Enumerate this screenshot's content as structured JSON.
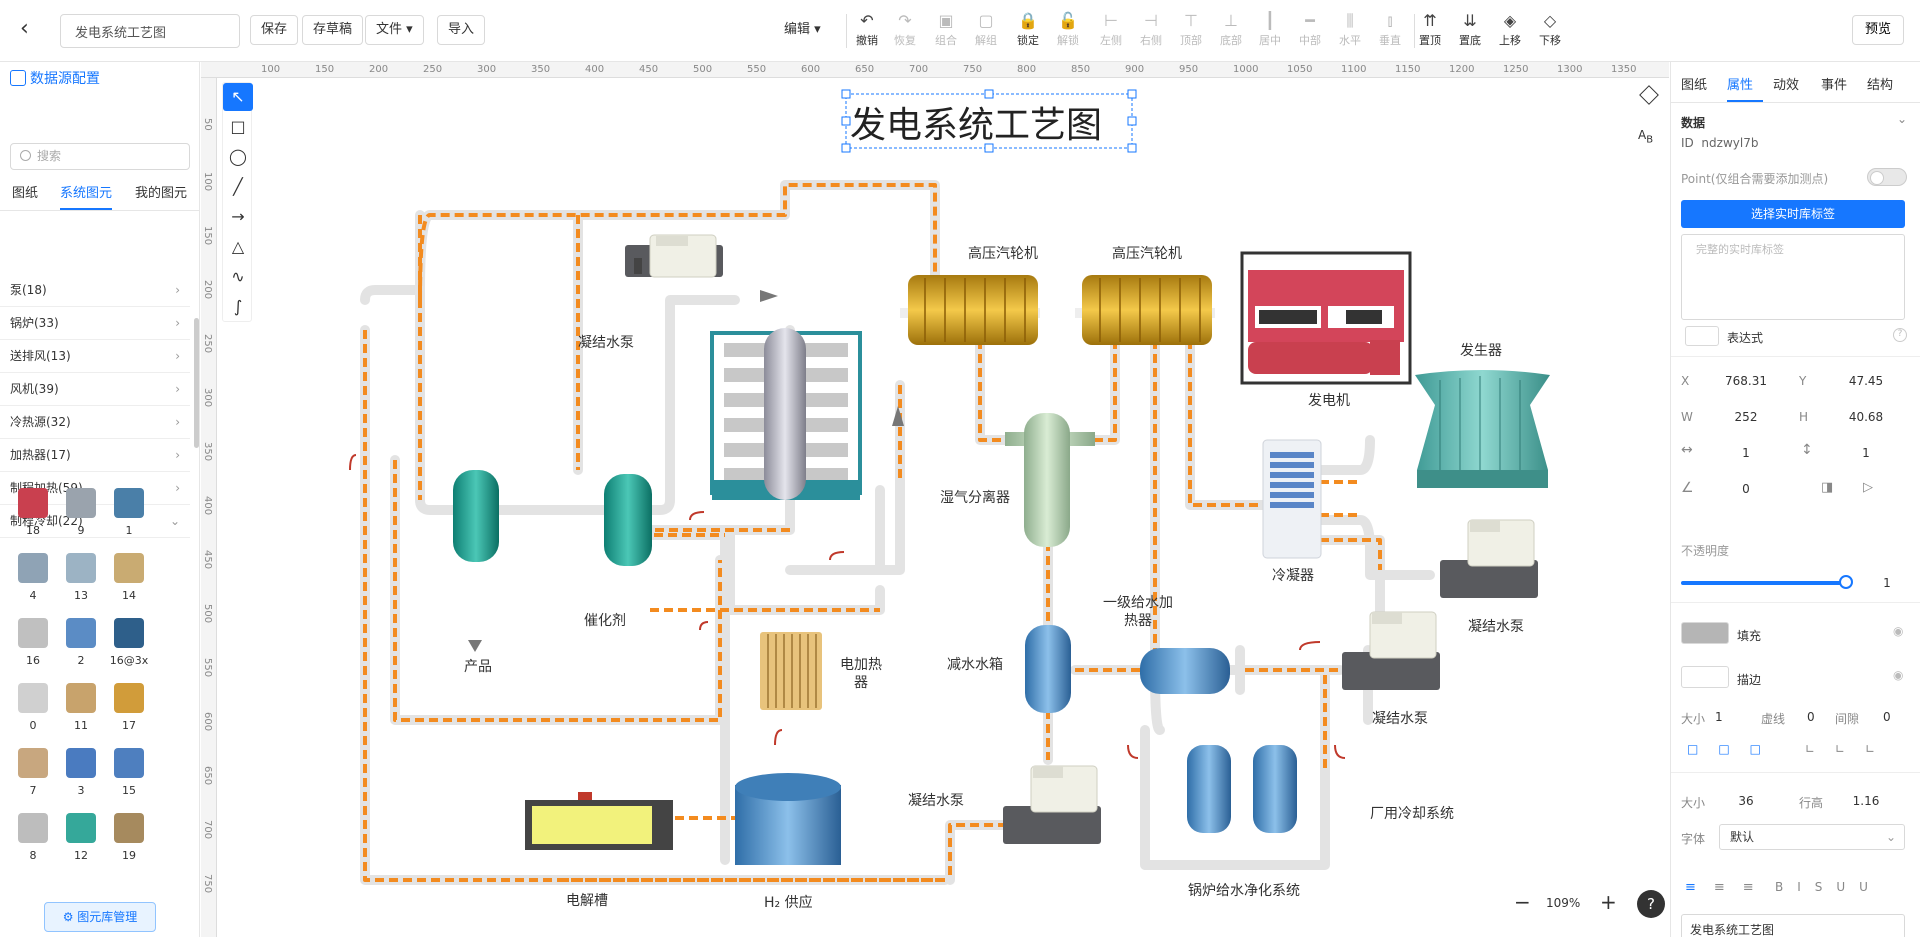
{
  "topbar": {
    "title_value": "发电系统工艺图",
    "save": "保存",
    "draft": "存草稿",
    "file": "文件",
    "import": "导入",
    "edit": "编辑",
    "tools": [
      {
        "label": "撤销",
        "enabled": true
      },
      {
        "label": "恢复",
        "enabled": false
      },
      {
        "label": "组合",
        "enabled": false
      },
      {
        "label": "解组",
        "enabled": false
      },
      {
        "label": "锁定",
        "enabled": true
      },
      {
        "label": "解锁",
        "enabled": false
      },
      {
        "label": "左侧",
        "enabled": false
      },
      {
        "label": "右侧",
        "enabled": false
      },
      {
        "label": "顶部",
        "enabled": false
      },
      {
        "label": "底部",
        "enabled": false
      },
      {
        "label": "居中",
        "enabled": false
      },
      {
        "label": "中部",
        "enabled": false
      },
      {
        "label": "水平",
        "enabled": false
      },
      {
        "label": "垂直",
        "enabled": false
      },
      {
        "label": "置顶",
        "enabled": true
      },
      {
        "label": "置底",
        "enabled": true
      },
      {
        "label": "上移",
        "enabled": true
      },
      {
        "label": "下移",
        "enabled": true
      }
    ],
    "preview": "预览"
  },
  "left": {
    "datasource": "数据源配置",
    "search_placeholder": "搜索",
    "tabs": [
      "图纸",
      "系统图元",
      "我的图元"
    ],
    "active_tab": "系统图元",
    "categories": [
      "泵(18)",
      "锅炉(33)",
      "送排风(13)",
      "风机(39)",
      "冷热源(32)",
      "加热器(17)",
      "制程加热(59)",
      "制程冷却(22)"
    ],
    "tiles": [
      "18",
      "9",
      "1",
      "4",
      "13",
      "14",
      "16",
      "2",
      "16@3x",
      "0",
      "11",
      "17",
      "7",
      "3",
      "15",
      "8",
      "12",
      "19"
    ],
    "library_button": "图元库管理"
  },
  "canvas": {
    "ruler_h": [
      "100",
      "150",
      "200",
      "250",
      "300",
      "350",
      "400",
      "450",
      "500",
      "550",
      "600",
      "650",
      "700",
      "750",
      "800",
      "850",
      "900",
      "950",
      "1000",
      "1050",
      "1100",
      "1150",
      "1200",
      "1250",
      "1300",
      "1350"
    ],
    "ruler_v": [
      "50",
      "100",
      "150",
      "200",
      "250",
      "300",
      "350",
      "400",
      "450",
      "500",
      "550",
      "600",
      "650",
      "700",
      "750"
    ],
    "title": "发电系统工艺图",
    "labels": {
      "condense_pump_1": "凝结水泵",
      "hp_turbine_1": "高压汽轮机",
      "hp_turbine_2": "高压汽轮机",
      "generator_unit": "发电机",
      "generator": "发生器",
      "moisture_sep": "湿气分离器",
      "catalyst": "催化剂",
      "product": "产品",
      "electric_heater": "电加热器",
      "reduce_tank": "减水水箱",
      "feedwater_heater": "一级给水加热器",
      "condenser": "冷凝器",
      "condense_pump_2": "凝结水泵",
      "condense_pump_3": "凝结水泵",
      "condense_pump_4": "凝结水泵",
      "plant_cooling": "厂用冷却系统",
      "boiler_purify": "锅炉给水净化系统",
      "electrolyzer": "电解槽",
      "h2_supply": "H₂ 供应"
    },
    "zoom": "109%",
    "help": "?"
  },
  "right": {
    "tabs": [
      "图纸",
      "属性",
      "动效",
      "事件",
      "结构"
    ],
    "active_tab": "属性",
    "data_section": "数据",
    "id_label": "ID",
    "id_value": "ndzwyl7b",
    "point_label": "Point(仅组合需要添加测点)",
    "select_tag": "选择实时库标签",
    "tag_placeholder": "完整的实时库标签",
    "expression": "表达式",
    "x_label": "X",
    "x_value": "768.31",
    "y_label": "Y",
    "y_value": "47.45",
    "w_label": "W",
    "w_value": "252",
    "h_label": "H",
    "h_value": "40.68",
    "sx_value": "1",
    "sy_value": "1",
    "rotate_value": "0",
    "opacity_label": "不透明度",
    "opacity_value": "1",
    "fill_label": "填充",
    "stroke_label": "描边",
    "stroke_size_label": "大小",
    "stroke_size": "1",
    "dash_label": "虚线",
    "dash_value": "0",
    "gap_label": "间隙",
    "gap_value": "0",
    "font_size_label": "大小",
    "font_size": "36",
    "line_height_label": "行高",
    "line_height": "1.16",
    "font_label": "字体",
    "font_value": "默认",
    "text_value": "发电系统工艺图",
    "colors": {
      "accent": "#1677ff",
      "fill": "#b5b5b5"
    }
  }
}
